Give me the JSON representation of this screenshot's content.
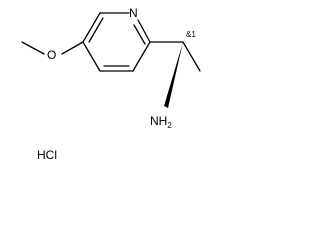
{
  "molecule": {
    "atom_labels": {
      "nitrogen_ring": "N",
      "oxygen": "O",
      "amine_main": "NH",
      "amine_subscript": "2"
    },
    "stereo_flag": "&1",
    "salt": "HCl"
  }
}
